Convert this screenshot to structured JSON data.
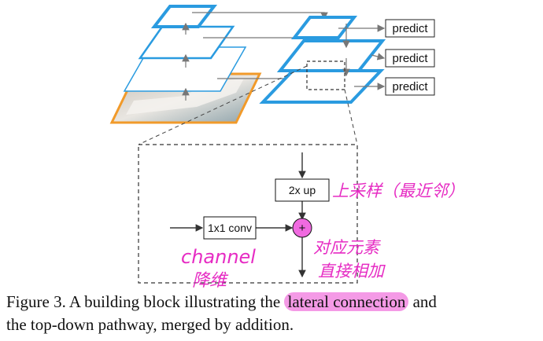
{
  "diagram": {
    "predict_labels": [
      "predict",
      "predict",
      "predict"
    ],
    "upsample_label": "2x up",
    "conv_label": "1x1 conv",
    "sum_symbol": "+"
  },
  "annotations": {
    "upsample_note": "上采样（最近邻）",
    "channel_note_line1": "channel",
    "channel_note_line2": "降维",
    "add_note_line1": "对应元素",
    "add_note_line2": "直接相加"
  },
  "caption": {
    "prefix": "Figure 3. A building block illustrating the",
    "highlight": "lateral connection",
    "suffix": "and",
    "line2": "the top-down pathway, merged by addition."
  },
  "colors": {
    "pyramid_blue": "#2a9be0",
    "image_border_orange": "#f19a2a",
    "sum_fill": "#f06ae0",
    "annotation_pink": "#e62bc3",
    "highlight_pink": "#f49ae6"
  }
}
